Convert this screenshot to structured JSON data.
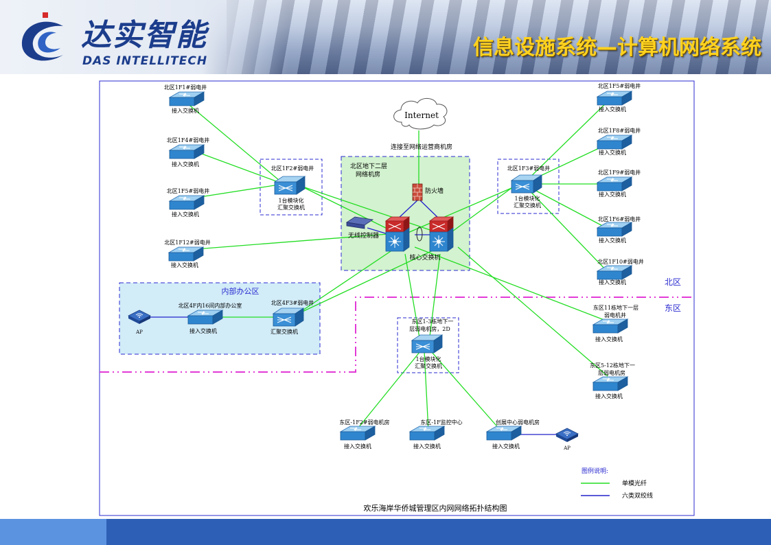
{
  "header": {
    "logo_cn": "达实智能",
    "logo_en": "DAS INTELLITECH",
    "title": "信息设施系统—计算机网络系统"
  },
  "diagram": {
    "caption": "欢乐海岸华侨城管理区内网网络拓扑结构图",
    "cloud": "Internet",
    "isp_link": "连接至网络运营商机房",
    "firewall": "防火墙",
    "core_room": [
      "北区地下二层",
      "网络机房"
    ],
    "wireless_controller": "无线控制器",
    "core_switch": "核心交换机",
    "zone_north": "北区",
    "zone_east": "东区",
    "office_area": "内部办公区",
    "access_label": "接入交换机",
    "ap_label": "AP",
    "north_left_access": [
      "北区1F1#弱电井",
      "北区1F4#弱电井",
      "北区1F5#弱电井",
      "北区1F12#弱电井"
    ],
    "north_left_agg": [
      "北区1F2#弱电井",
      "1台模块化",
      "汇聚交换机"
    ],
    "north_right_agg": [
      "北区1F3#弱电井",
      "1台模块化",
      "汇聚交换机"
    ],
    "north_right_access": [
      "北区1F5#弱电井",
      "北区1F8#弱电井",
      "北区1F9#弱电井",
      "北区1F6#弱电井",
      "北区1F10#弱电井"
    ],
    "office_room": "北区4F内16间内部办公室",
    "office_agg": [
      "北区4F3#弱电井",
      "汇聚交换机"
    ],
    "east_agg": [
      "东区1-3栋地下一",
      "层弱电机房，2D",
      "1台模块化",
      "汇聚交换机"
    ],
    "east_right_access": [
      [
        "东区11栋地下一层",
        "弱电机井"
      ],
      [
        "东区5-12栋地下一",
        "层弱电机房"
      ]
    ],
    "east_bottom_access": [
      "东区-1F2#弱电机房",
      "东区-1F监控中心",
      "创展中心弱电机房"
    ],
    "legend": {
      "title": "图例说明:",
      "items": [
        "单模光纤",
        "六类双绞线"
      ]
    }
  }
}
